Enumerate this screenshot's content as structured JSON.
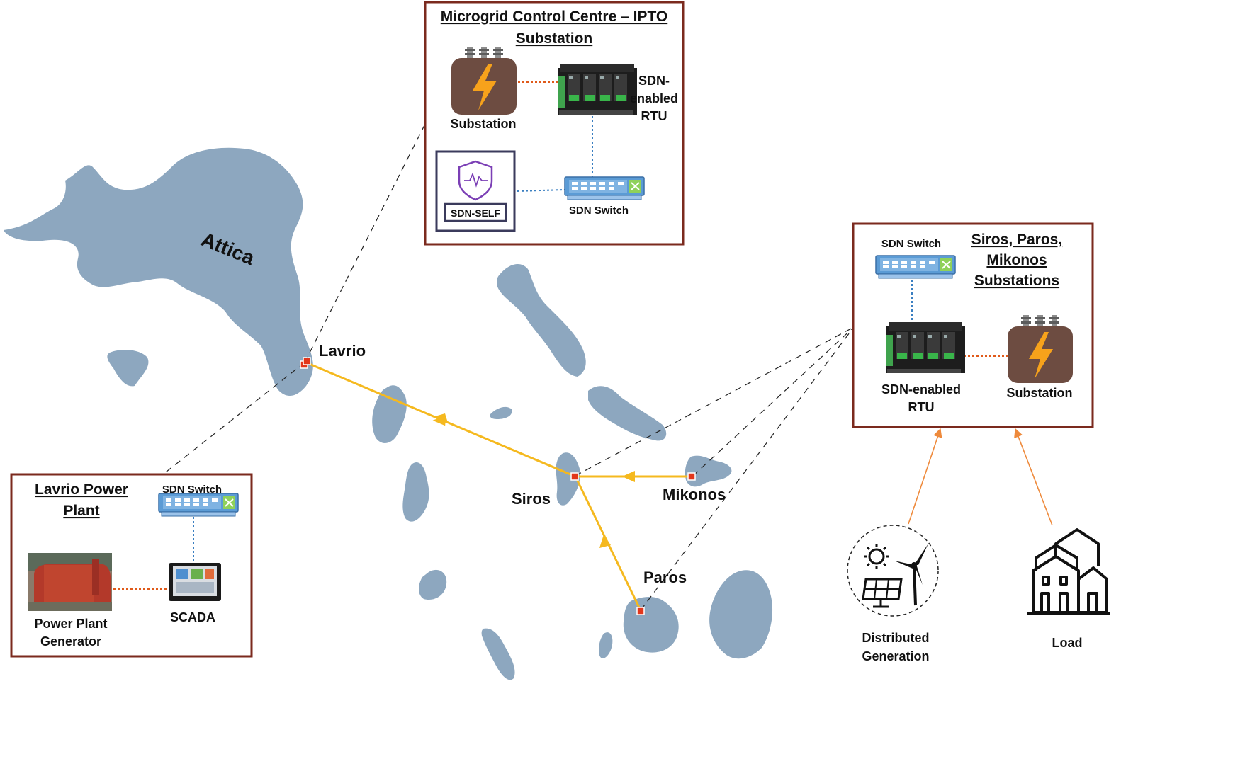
{
  "map": {
    "region_label": "Attica",
    "nodes": {
      "lavrio": "Lavrio",
      "siros": "Siros",
      "mikonos": "Mikonos",
      "paros": "Paros"
    }
  },
  "control_centre": {
    "title_line1": "Microgrid Control Centre – IPTO",
    "title_line2": "Substation",
    "substation_label": "Substation",
    "rtu_label_line1": "SDN-",
    "rtu_label_line2": "enabled",
    "rtu_label_line3": "RTU",
    "switch_label": "SDN Switch",
    "self_label": "SDN-SELF"
  },
  "island_substations": {
    "title_line1": "Siros, Paros,",
    "title_line2": "Mikonos",
    "title_line3": "Substations",
    "switch_label": "SDN Switch",
    "rtu_label_line1": "SDN-enabled",
    "rtu_label_line2": "RTU",
    "substation_label": "Substation"
  },
  "power_plant": {
    "title_line1": "Lavrio Power",
    "title_line2": "Plant",
    "switch_label": "SDN Switch",
    "generator_label_line1": "Power Plant",
    "generator_label_line2": "Generator",
    "scada_label": "SCADA"
  },
  "sources": {
    "dg_label_line1": "Distributed",
    "dg_label_line2": "Generation",
    "load_label": "Load"
  },
  "colors": {
    "panel_border": "#7b2a1e",
    "island": "#8da7bf",
    "cable": "#f5b91f",
    "node": "#e2361b",
    "switch": "#5b9bd5",
    "substation": "#6d4c41",
    "bolt": "#f7a21b",
    "shield": "#7b3fb5"
  },
  "icons": [
    "bolt-icon",
    "shield-pulse-icon",
    "sun-icon",
    "solar-panel-icon",
    "wind-turbine-icon",
    "houses-icon"
  ]
}
